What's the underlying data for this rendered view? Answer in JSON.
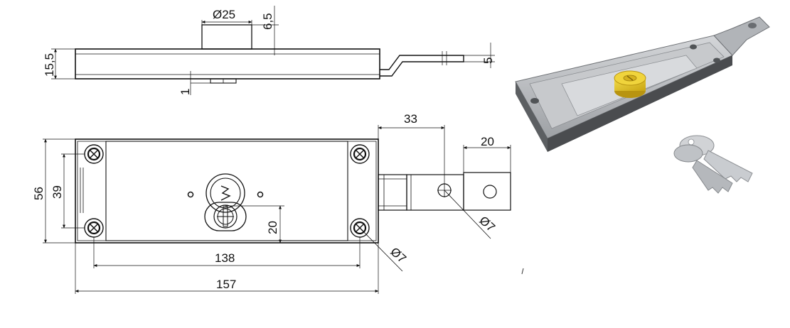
{
  "colors": {
    "line": "#111111",
    "background": "#ffffff",
    "lock_body": "#b9bcc0",
    "lock_dark": "#6f7276",
    "cylinder": "#e3c21c",
    "key": "#c9ccd0"
  },
  "side_view": {
    "cylinder_diameter": "Ø25",
    "cylinder_height": "6,5",
    "body_height": "15,5",
    "tongue_thickness": "5",
    "bottom_offset": "1"
  },
  "front_view": {
    "tongue_reach": "33",
    "tab_width": "20",
    "body_height": "56",
    "screw_pitch_vertical": "39",
    "cylinder_offset": "20",
    "screw_pitch_horizontal": "138",
    "body_length": "157",
    "hole_diameter_tab": "Ø7",
    "hole_diameter_screw": "Ø7"
  },
  "illustration": {
    "product": "lock-with-keys-render"
  }
}
